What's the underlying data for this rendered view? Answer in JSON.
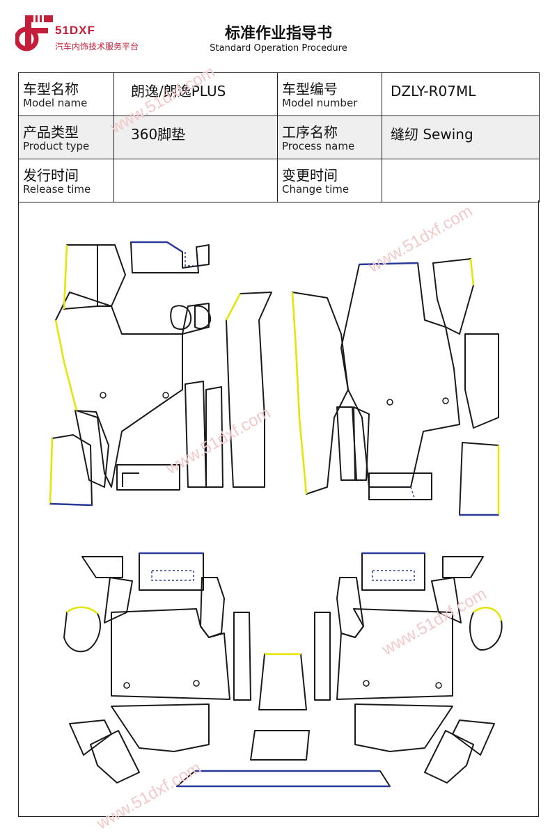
{
  "brand": {
    "name": "51DXF",
    "tagline": "汽车内饰技术服务平台",
    "color": "#c41e3a"
  },
  "document": {
    "title": "标准作业指导书",
    "subtitle": "Standard Operation Procedure"
  },
  "info": {
    "model_name": {
      "label_cn": "车型名称",
      "label_en": "Model name",
      "value": "朗逸/朗逸PLUS"
    },
    "model_number": {
      "label_cn": "车型编号",
      "label_en": "Model number",
      "value": "DZLY-R07ML"
    },
    "product_type": {
      "label_cn": "产品类型",
      "label_en": "Product type",
      "value": "360脚垫"
    },
    "process_name": {
      "label_cn": "工序名称",
      "label_en": "Process name",
      "value": "缝纫 Sewing"
    },
    "release_time": {
      "label_cn": "发行时间",
      "label_en": "Release time",
      "value": ""
    },
    "change_time": {
      "label_cn": "变更时间",
      "label_en": "Change time",
      "value": ""
    }
  },
  "watermark": {
    "text": "www.51dxf.com"
  },
  "colors": {
    "outline": "#1a1a1a",
    "edge_yellow": "#e6e600",
    "edge_blue": "#2a3a9a",
    "row_shade": "#efefef"
  }
}
